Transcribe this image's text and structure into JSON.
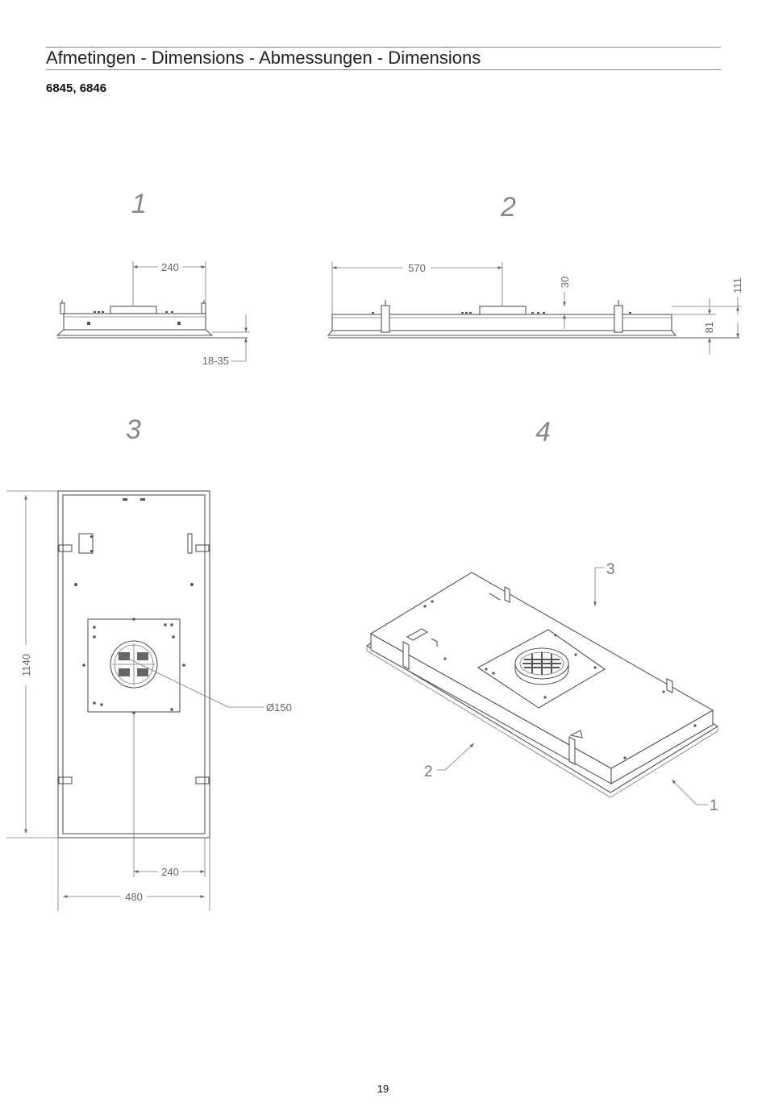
{
  "header": {
    "title": "Afmetingen - Dimensions - Abmessungen - Dimensions",
    "models": "6845, 6846"
  },
  "footer": {
    "page_number": "19"
  },
  "views": {
    "view1": {
      "label": "1",
      "dim_width": "240",
      "dim_depth": "18-35"
    },
    "view2": {
      "label": "2",
      "dim_length": "570",
      "dim_top": "30",
      "dim_body": "81",
      "dim_total": "111"
    },
    "view3": {
      "label": "3",
      "dim_length": "1140",
      "dim_diameter": "Ø150",
      "dim_half": "240",
      "dim_width": "480"
    },
    "view4": {
      "label": "4",
      "callout_1": "1",
      "callout_2": "2",
      "callout_3": "3"
    }
  }
}
